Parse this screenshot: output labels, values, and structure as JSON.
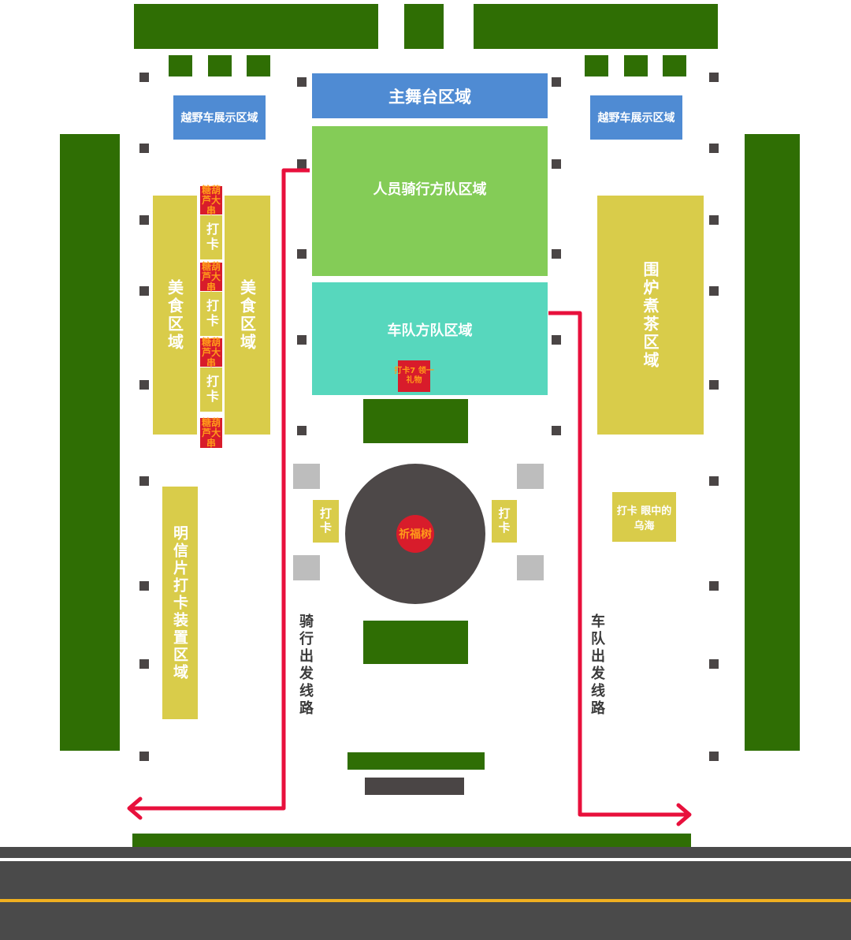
{
  "zones": {
    "main_stage": "主舞台区域",
    "offroad_left": "越野车展示区域",
    "offroad_right": "越野车展示区域",
    "cycling_phalanx": "人员骑行方队区域",
    "fleet_phalanx": "车队方队区域",
    "food_left": "美食区域",
    "food_right": "美食区域",
    "tea_area": "围炉煮茶区域",
    "postcard_area": "明信片打卡装置区域",
    "prayer_tree": "祈福树",
    "checkin_left": "打卡",
    "checkin_right": "打卡",
    "checkin_sea": "打卡 眼中的乌海",
    "gift_checkin": "打卡7 领一礼物"
  },
  "food_stalls": [
    {
      "sign": "糖葫芦大串",
      "checkin": "打卡"
    },
    {
      "sign": "糖葫芦大串",
      "checkin": "打卡"
    },
    {
      "sign": "糖葫芦大串",
      "checkin": "打卡"
    },
    {
      "sign": "糖葫芦大串",
      "checkin": ""
    }
  ],
  "routes": {
    "cycling": "骑行出发线路",
    "fleet": "车队出发线路"
  },
  "colors": {
    "greenery": "#2f6e04",
    "stage": "#4f8bd3",
    "cycling": "#84cc57",
    "fleet": "#57d7bd",
    "booth": "#d9cc4a",
    "route_line": "#e8103c",
    "road": "#4a4a4a",
    "road_center_line": "#f0b020"
  }
}
